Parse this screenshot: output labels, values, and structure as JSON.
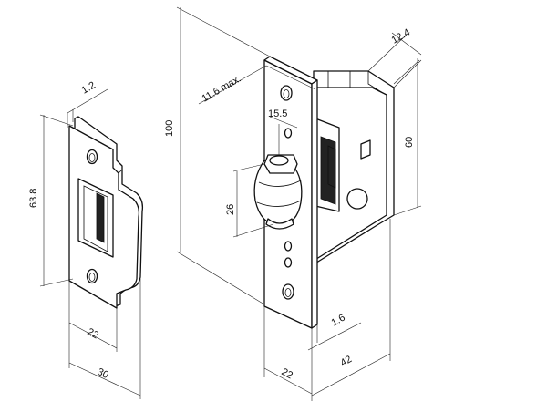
{
  "drawing": {
    "strike_plate": {
      "thickness": "1.2",
      "height": "63.8",
      "inner_width": "22",
      "overall_width": "30"
    },
    "latch": {
      "latch_projection": "11.6 max.",
      "faceplate_height": "100",
      "case_depth_top": "12.4",
      "roller_offset": "15.5",
      "case_height": "60",
      "roller_height": "26",
      "faceplate_thickness": "1.6",
      "faceplate_width": "22",
      "case_width": "42"
    }
  }
}
